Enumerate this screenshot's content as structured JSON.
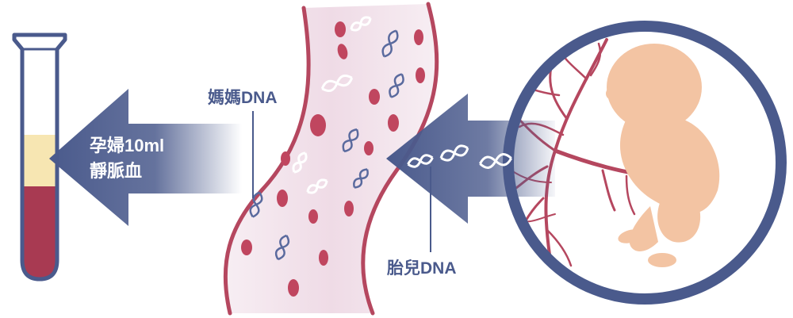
{
  "labels": {
    "maternal_dna": "媽媽DNA",
    "fetal_dna": "胎兒DNA",
    "blood_draw_line1": "孕婦10ml",
    "blood_draw_line2": "靜脈血"
  },
  "colors": {
    "navy": "#4a5a8c",
    "vessel": "#b5475f",
    "blood": "#a83a52",
    "plasma": "#f7e6b2",
    "skin": "#f3c4a3",
    "dna_blue": "#5a6a9e",
    "dna_white": "#ffffff"
  }
}
